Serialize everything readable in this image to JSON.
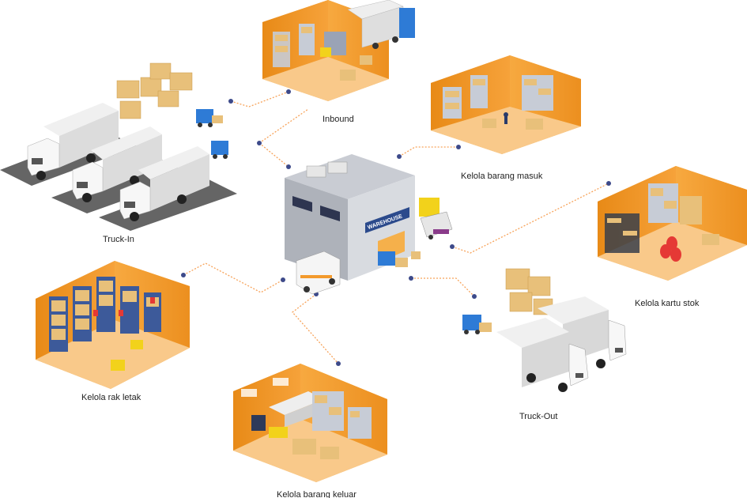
{
  "nodes": {
    "inbound": {
      "label": "Inbound"
    },
    "kelola_barang_masuk": {
      "label": "Kelola barang masuk"
    },
    "kelola_kartu_stok": {
      "label": "Kelola kartu stok"
    },
    "truck_out": {
      "label": "Truck-Out"
    },
    "kelola_barang_keluar": {
      "label": "Kelola barang keluar"
    },
    "kelola_rak_letak": {
      "label": "Kelola rak letak"
    },
    "truck_in": {
      "label": "Truck-In"
    }
  },
  "center": {
    "sign_text": "WAREHOUSE"
  },
  "colors": {
    "room": "#f39a2c",
    "room_dark": "#e07d10",
    "floor": "#f5b04b",
    "connector": "#f7a35a",
    "dot": "#3d4a8a",
    "shelf": "#c7ccd6",
    "box": "#e8c07a",
    "truck_body": "#e6e6e6",
    "truck_cab": "#f2f2f2",
    "forklift": "#2e7bd6"
  }
}
